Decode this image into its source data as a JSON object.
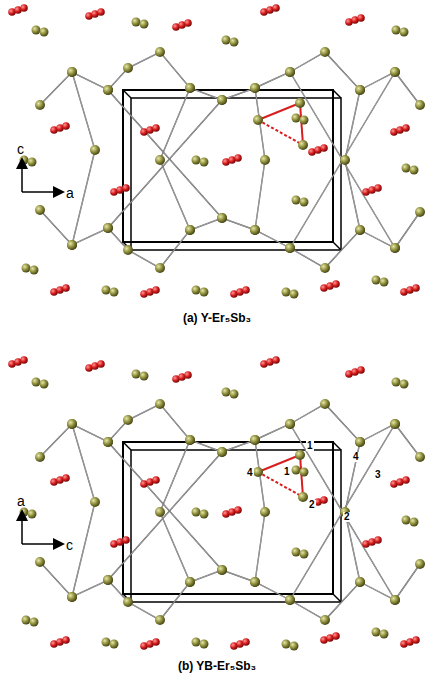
{
  "diagram": {
    "labels": [
      "c",
      "a",
      "(a) Y-Er₅Sb₃",
      "a",
      "c",
      "2",
      "1",
      "4",
      "1",
      "2",
      "4",
      "3",
      "(b) YB-Er₅Sb₃"
    ]
  }
}
